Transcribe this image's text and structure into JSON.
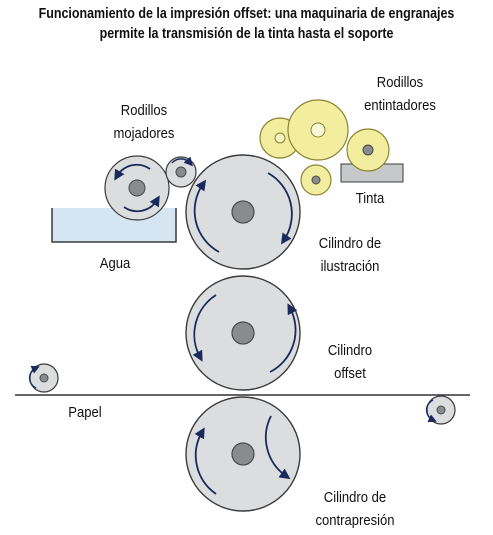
{
  "title": {
    "line1": "Funcionamiento de la impresión offset: una maquinaria de engranajes",
    "line2": "permite la transmisión de la tinta hasta el soporte"
  },
  "labels": {
    "inking_rollers": [
      "Rodillos",
      "entintadores"
    ],
    "dampening_rollers": [
      "Rodillos",
      "mojadores"
    ],
    "ink": "Tinta",
    "water": "Agua",
    "plate_cylinder": [
      "Cilindro de",
      "ilustración"
    ],
    "offset_cylinder": [
      "Cilindro",
      "offset"
    ],
    "paper": "Papel",
    "impression_cylinder": [
      "Cilindro de",
      "contrapresión"
    ]
  },
  "colors": {
    "cylinder_fill": "#dcdddf",
    "cylinder_stroke": "#3a3a3a",
    "hub": "#8a8b8d",
    "hub_ring": "#4a4a4a",
    "arrow": "#1b2a5c",
    "ink_roller_fill": "#f3eda0",
    "ink_roller_stroke": "#8a8430",
    "water_fill": "#d6e5f2",
    "water_stroke": "#3a3a3a",
    "ink_tray_fill": "#c7c8ca"
  }
}
